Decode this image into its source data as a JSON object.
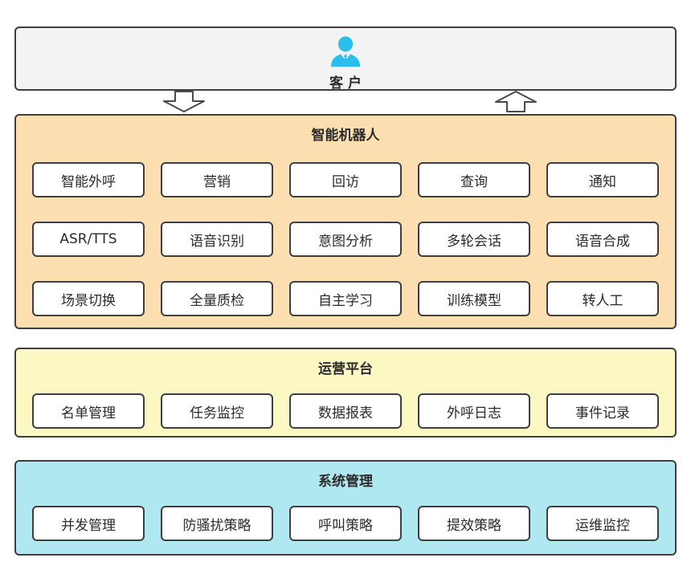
{
  "customer": {
    "label": "客户"
  },
  "colors": {
    "customer_bg": "#f3f3f3",
    "robot_bg": "#fcdfb0",
    "ops_bg": "#fbf8c3",
    "system_bg": "#b0e8f1",
    "box_border": "#3f3f3f",
    "person_icon": "#29beec",
    "arrow_fill": "#ffffff",
    "arrow_stroke": "#4a4a4a"
  },
  "sections": {
    "robot": {
      "title": "智能机器人",
      "rows": [
        [
          "智能外呼",
          "营销",
          "回访",
          "查询",
          "通知"
        ],
        [
          "ASR/TTS",
          "语音识别",
          "意图分析",
          "多轮会话",
          "语音合成"
        ],
        [
          "场景切换",
          "全量质检",
          "自主学习",
          "训练模型",
          "转人工"
        ]
      ]
    },
    "ops": {
      "title": "运营平台",
      "rows": [
        [
          "名单管理",
          "任务监控",
          "数据报表",
          "外呼日志",
          "事件记录"
        ]
      ]
    },
    "system": {
      "title": "系统管理",
      "rows": [
        [
          "并发管理",
          "防骚扰策略",
          "呼叫策略",
          "提效策略",
          "运维监控"
        ]
      ]
    }
  }
}
